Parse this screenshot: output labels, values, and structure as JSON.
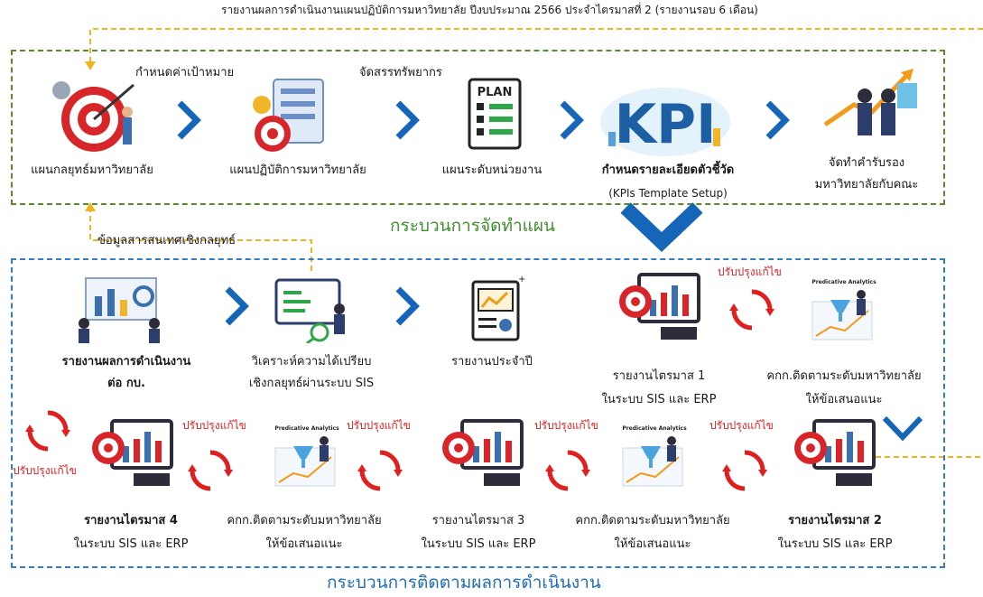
{
  "header": {
    "title": "รายงานผลการดำเนินงานแผนปฏิบัติการมหาวิทยาลัย ปีงบประมาณ 2566 ประจำไตรมาสที่ 2 (รายงานรอบ 6 เดือน)"
  },
  "planning": {
    "section_title": "กระบวนการจัดทำแผน",
    "connector_labels": [
      "กำหนดค่าเป้าหมาย",
      "จัดสรรทรัพยากร"
    ],
    "steps": [
      {
        "line1": "แผนกลยุทธ์มหาวิทยาลัย",
        "line2": ""
      },
      {
        "line1": "แผนปฏิบัติการมหาวิทยาลัย",
        "line2": ""
      },
      {
        "line1": "แผนระดับหน่วยงาน",
        "line2": ""
      },
      {
        "line1": "กำหนดรายละเอียดตัวชี้วัด",
        "line2": "(KPIs Template Setup)"
      },
      {
        "line1": "จัดทำคำรับรอง",
        "line2": "มหาวิทยาลัยกับคณะ"
      }
    ],
    "plan_icon_text": "PLAN",
    "kpi_icon_text": "KPI"
  },
  "feedback_label": "ข้อมูลสารสนเทศเชิงกลยุทธ์",
  "monitoring": {
    "section_title": "กระบวนการติดตามผลการดำเนินงาน",
    "improve_label": "ปรับปรุงแก้ไข",
    "analytics_icon_text": "Predicative Analytics",
    "row1": [
      {
        "line1": "รายงานผลการดำเนินงาน",
        "line2": "ต่อ กบ."
      },
      {
        "line1": "วิเคราะห์ความได้เปรียบ",
        "line2": "เชิงกลยุทธ์ผ่านระบบ SIS"
      },
      {
        "line1": "รายงานประจำปี",
        "line2": ""
      },
      {
        "line1": "รายงานไตรมาส 1",
        "line2": "ในระบบ SIS และ ERP"
      },
      {
        "line1": "คกก.ติดตามระดับมหาวิทยาลัย",
        "line2": "ให้ข้อเสนอแนะ"
      }
    ],
    "row2": [
      {
        "line1": "รายงานไตรมาส 4",
        "line2": "ในระบบ SIS และ ERP"
      },
      {
        "line1": "คกก.ติดตามระดับมหาวิทยาลัย",
        "line2": "ให้ข้อเสนอแนะ"
      },
      {
        "line1": "รายงานไตรมาส 3",
        "line2": "ในระบบ SIS และ ERP"
      },
      {
        "line1": "คกก.ติดตามระดับมหาวิทยาลัย",
        "line2": "ให้ข้อเสนอแนะ"
      },
      {
        "line1": "รายงานไตรมาส 2",
        "line2": "ในระบบ SIS และ ERP"
      }
    ]
  },
  "colors": {
    "plan_border": "#5a8a2a",
    "monitor_border": "#2f7cc7",
    "chevron": "#1565b8",
    "cycle": "#e02020",
    "feedback_line": "#f2b21c"
  }
}
